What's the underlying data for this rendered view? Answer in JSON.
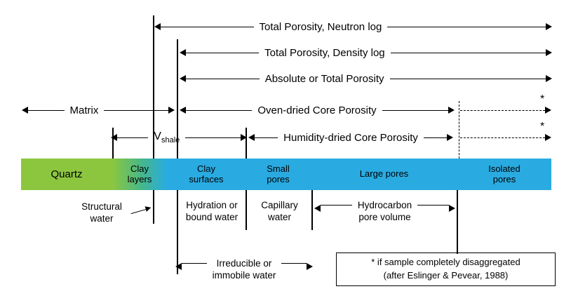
{
  "colors": {
    "quartz_green": "#8CC63F",
    "pore_blue": "#29ABE2",
    "line_black": "#000000"
  },
  "top_arrows": {
    "neutron_label": "Total Porosity, Neutron log",
    "density_label": "Total Porosity, Density log",
    "absolute_label": "Absolute or Total Porosity",
    "matrix_label": "Matrix",
    "oven_label": "Oven-dried Core Porosity",
    "vshale_main": "V",
    "vshale_sub": "shale",
    "humidity_label": "Humidity-dried Core Porosity",
    "asterisk": "*"
  },
  "bar": {
    "segments": [
      {
        "label": "Quartz"
      },
      {
        "label": "Clay\nlayers"
      },
      {
        "label": "Clay\nsurfaces"
      },
      {
        "label": "Small\npores"
      },
      {
        "label": "Large pores"
      },
      {
        "label": "Isolated\npores"
      }
    ]
  },
  "bottom_labels": {
    "structural": "Structural\nwater",
    "hydration": "Hydration or\nbound water",
    "capillary": "Capillary\nwater",
    "hydrocarbon": "Hydrocarbon\npore volume",
    "irreducible": "Irreducible or\nimmobile water"
  },
  "note_box": {
    "line1": "* if sample completely disaggregated",
    "line2": "(after Eslinger & Pevear, 1988)"
  }
}
